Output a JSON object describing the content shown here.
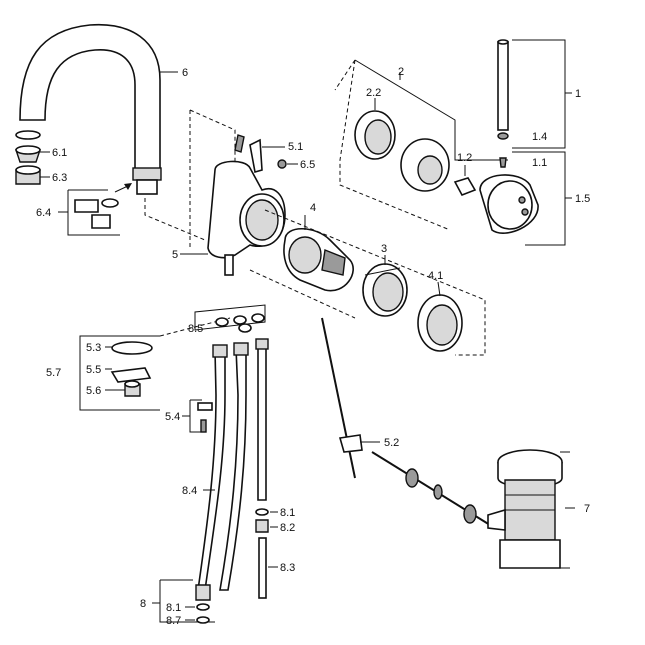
{
  "callouts": [
    {
      "id": "c6",
      "text": "6"
    },
    {
      "id": "c6_1",
      "text": "6.1"
    },
    {
      "id": "c6_3",
      "text": "6.3"
    },
    {
      "id": "c6_4",
      "text": "6.4"
    },
    {
      "id": "c5_1",
      "text": "5.1"
    },
    {
      "id": "c6_5",
      "text": "6.5"
    },
    {
      "id": "c5",
      "text": "5"
    },
    {
      "id": "c4",
      "text": "4"
    },
    {
      "id": "c2",
      "text": "2"
    },
    {
      "id": "c2_2",
      "text": "2.2"
    },
    {
      "id": "c1",
      "text": "1"
    },
    {
      "id": "c1_4",
      "text": "1.4"
    },
    {
      "id": "c1_2",
      "text": "1.2"
    },
    {
      "id": "c1_1",
      "text": "1.1"
    },
    {
      "id": "c1_5",
      "text": "1.5"
    },
    {
      "id": "c3",
      "text": "3"
    },
    {
      "id": "c4_1",
      "text": "4.1"
    },
    {
      "id": "c8_5",
      "text": "8.5"
    },
    {
      "id": "c5_3",
      "text": "5.3"
    },
    {
      "id": "c5_7",
      "text": "5.7"
    },
    {
      "id": "c5_5",
      "text": "5.5"
    },
    {
      "id": "c5_6",
      "text": "5.6"
    },
    {
      "id": "c5_4",
      "text": "5.4"
    },
    {
      "id": "c5_2",
      "text": "5.2"
    },
    {
      "id": "c7",
      "text": "7"
    },
    {
      "id": "c8_4",
      "text": "8.4"
    },
    {
      "id": "c8_1a",
      "text": "8.1"
    },
    {
      "id": "c8_2",
      "text": "8.2"
    },
    {
      "id": "c8_3",
      "text": "8.3"
    },
    {
      "id": "c8",
      "text": "8"
    },
    {
      "id": "c8_1b",
      "text": "8.1"
    },
    {
      "id": "c8_7",
      "text": "8.7"
    }
  ]
}
